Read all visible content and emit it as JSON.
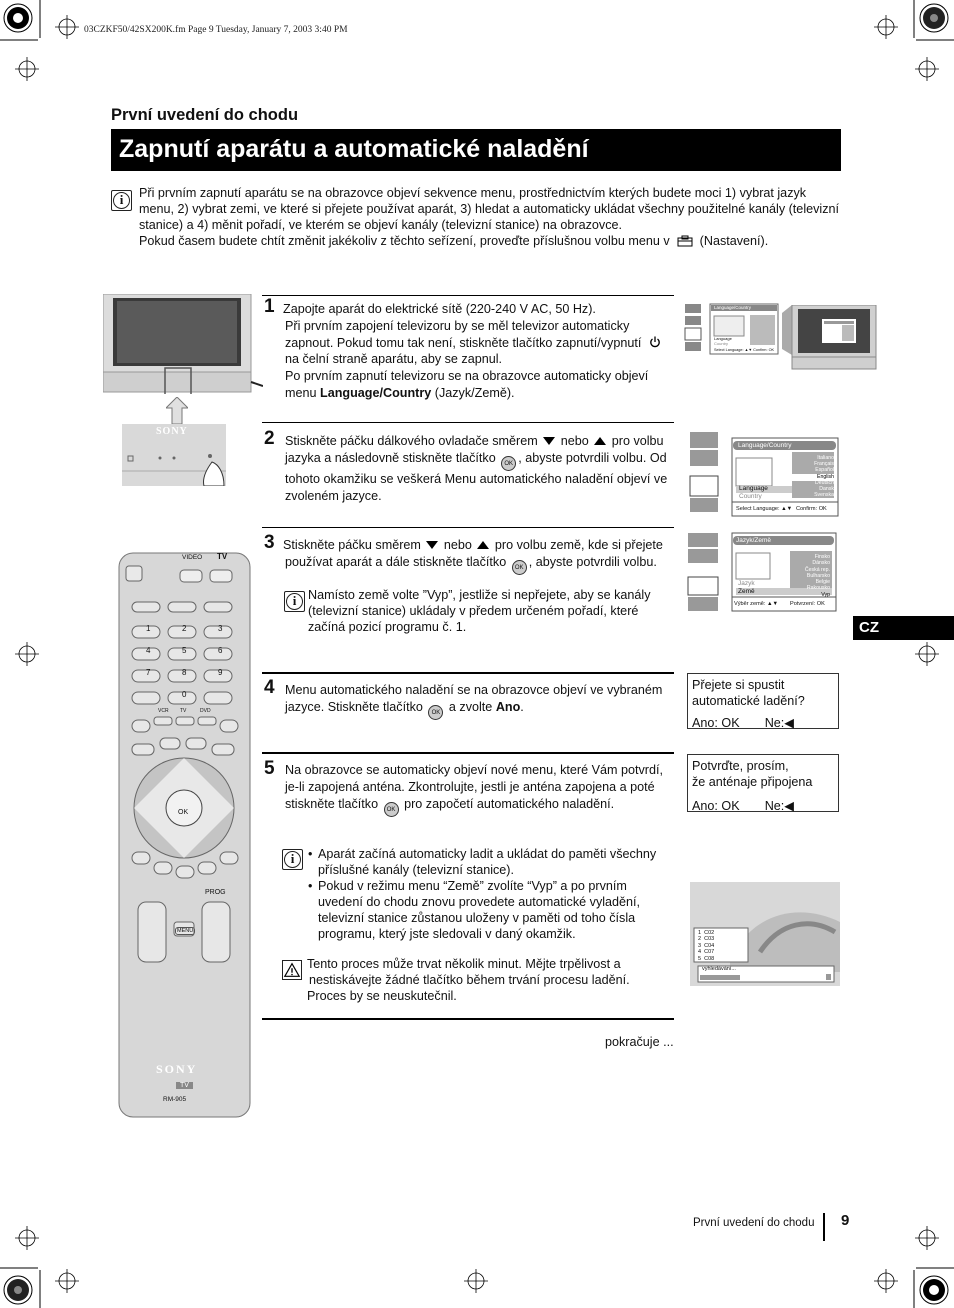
{
  "file_header": "03CZKF50/42SX200K.fm  Page 9  Tuesday, January 7, 2003  3:40 PM",
  "section_title": "První uvedení do chodu",
  "title": "Zapnutí aparátu a automatické naladění",
  "intro": {
    "line1": "Při prvním zapnutí aparátu se na obrazovce objeví sekvence menu, prostřednictvím kterých budete moci 1) vybrat jazyk",
    "line2": "menu, 2) vybrat zemi, ve které si přejete používat aparát, 3) hledat a automaticky ukládat všechny použitelné kanály (televizní",
    "line3": "stanice) a 4) měnit pořadí, ve kterém se objeví kanály (televizní stanice) na obrazovce.",
    "line4_a": "Pokud časem budete chtít změnit jakékoliv z těchto seřízení, proveďte příslušnou volbu menu v",
    "line4_b": "(Nastavení)."
  },
  "steps": [
    {
      "number": "1",
      "l1": "Zapojte aparát do elektrické sítě (220-240 V AC, 50 Hz).",
      "l2": "Při prvním zapojení televizoru by se měl  televizor automaticky",
      "l3": "zapnout. Pokud tomu tak není, stiskněte tlačítko zapnutí/vypnutí",
      "l4": "na čelní straně aparátu, aby se zapnul.",
      "l5": "Po prvním zapnutí televizoru se na obrazovce automaticky objeví",
      "l6a": "menu",
      "l6b": "Language/Country",
      "l6c": "(Jazyk/Země)."
    },
    {
      "number": "2",
      "l1a": "Stiskněte páčku dálkového ovladače směrem",
      "l1b": "nebo",
      "l1c": "pro volbu",
      "l2a": "jazyka a následovně stiskněte tlačítko",
      "l2b": ", abyste potvrdili volbu. Od",
      "l3": "tohoto okamžiku se veškerá Menu automatického naladění objeví ve",
      "l4": "zvoleném jazyce."
    },
    {
      "number": "3",
      "l1a": "Stiskněte páčku směrem",
      "l1b": "nebo",
      "l1c": "pro volbu země, kde si přejete",
      "l2a": "používat aparát a dále stiskněte tlačítko",
      "l2b": ", abyste potvrdili volbu.",
      "note1": "Namísto země volte ”Vyp”, jestliže si nepřejete, aby se kanály",
      "note2": "(televizní stanice) ukládaly v předem určeném pořadí, které",
      "note3": "začíná pozicí  programu č. 1."
    },
    {
      "number": "4",
      "l1": "Menu automatického naladění se na obrazovce objeví ve vybraném",
      "l2a": "jazyce. Stiskněte tlačítko",
      "l2b": "a zvolte",
      "l2c": "Ano",
      "l2d": "."
    },
    {
      "number": "5",
      "l1": "Na obrazovce se automaticky objeví nové menu, které Vám potvrdí,",
      "l2": "je-li zapojená anténa. Zkontrolujte, jestli je anténa zapojena a poté",
      "l3a": "stiskněte tlačítko",
      "l3b": "pro započetí automatického naladění."
    }
  ],
  "bullets": [
    "Aparát začíná automaticky ladit a ukládat do paměti všechny příslušné kanály (televizní stanice).",
    "Pokud v režimu menu “Země” zvolíte “Vyp” a po prvním uvedení do chodu znovu provedete automatické vyladění, televizní stanice zůstanou uloženy v paměti od toho čísla programu, který jste sledovali v daný okamžik."
  ],
  "warning": {
    "l1": "Tento proces může trvat několik minut. Mějte trpělivost a",
    "l2": "nestiskávejte žádné tlačítko během trvání procesu ladění.",
    "l3": "Proces by se neuskutečnil."
  },
  "continue": "pokračuje ...",
  "osd_step4": {
    "q1": "Přejete si spustit",
    "q2": "automatické ladění?",
    "yes": "Ano: OK",
    "no": "Ne:◀"
  },
  "osd_step5": {
    "q1": "Potvrďte, prosím,",
    "q2": "že anténaje připojena",
    "yes": "Ano: OK",
    "no": "Ne:◀"
  },
  "menu_language": {
    "header": "Language/Country",
    "lang_label": "Language",
    "country_label": "Country",
    "langs": [
      "Italiano",
      "Français",
      "Español",
      "English",
      "Deutsch",
      "Dansk",
      "Svenska"
    ],
    "footer_left": "Select Language: ▲▼",
    "footer_right": "Confirm: OK"
  },
  "menu_small": {
    "header": "Language/Country",
    "lang_label": "Language",
    "country_label": "Country",
    "footer": "Select Language: ▲▼  Confirm: OK"
  },
  "menu_country": {
    "header": "Jazyk/Země",
    "lang_label": "Jazyk",
    "country_label": "Země",
    "countries": [
      "Finsko",
      "Dánsko",
      "Česká rep.",
      "Bulharsko",
      "Belgie",
      "Rakousko",
      "Vyp"
    ],
    "footer_left": "Výběr země: ▲▼",
    "footer_right": "Potvrzení: OK"
  },
  "tuning_screen": {
    "channels": [
      "C02",
      "C03",
      "C04",
      "C07",
      "C08"
    ],
    "numbers": [
      "1",
      "2",
      "3",
      "4",
      "5"
    ],
    "status": "vyhledávání..."
  },
  "remote": {
    "video_label": "VIDEO",
    "tv_label": "TV",
    "prog_label": "PROG",
    "menu_label": "MENU",
    "ok_label": "OK",
    "brand": "SONY",
    "tv_text": "TV",
    "model": "RM-905",
    "digits": [
      "1",
      "2",
      "3",
      "4",
      "5",
      "6",
      "7",
      "8",
      "9",
      "0"
    ],
    "mode_labels": [
      "VCR",
      "TV",
      "DVD"
    ]
  },
  "tv_panel_brand": "SONY",
  "cz_tab": "CZ",
  "footer": {
    "section": "První uvedení do chodu",
    "page": "9"
  }
}
